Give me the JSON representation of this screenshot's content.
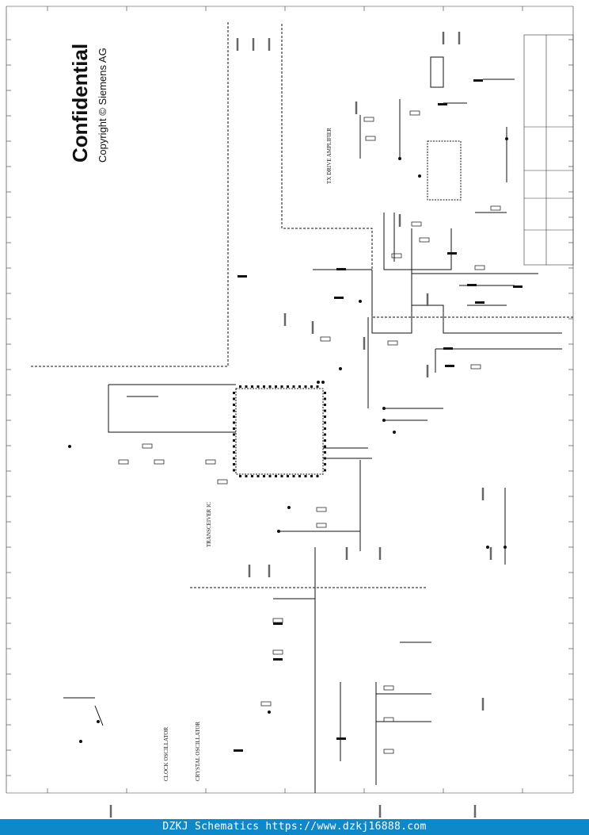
{
  "watermark": {
    "title": "Confidential",
    "copyright": "Copyright © Siemens AG"
  },
  "blocks": {
    "tx_amp": "TX DRIVE AMPLIFIER",
    "transceiver": "TRANSCEIVER IC",
    "clock": "CLOCK OSCILLATOR",
    "crystal": "CRYSTAL OSCILLATOR"
  },
  "footer": {
    "text": "DZKJ Schematics https://www.dzkj16888.com"
  }
}
